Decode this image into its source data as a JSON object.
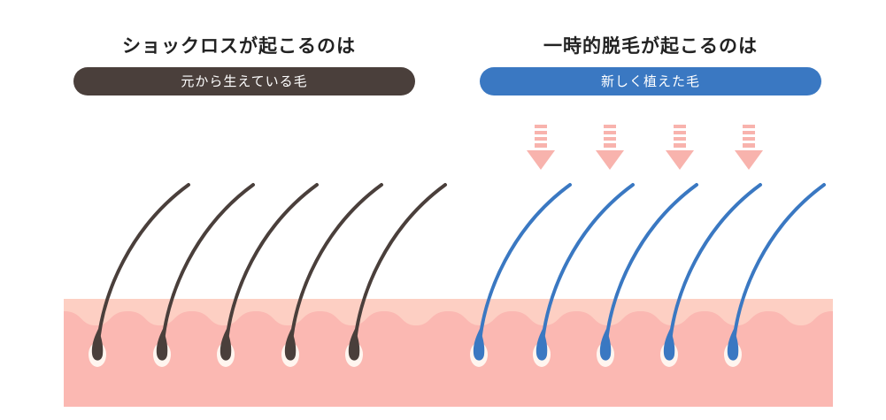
{
  "left_panel": {
    "heading": "ショックロスが起こるのは",
    "label": "元から生えている毛",
    "label_color": "#4a3f3b",
    "hair_color": "#4a3f3b",
    "hair_count": 5
  },
  "right_panel": {
    "heading": "一時的脱毛が起こるのは",
    "label": "新しく植えた毛",
    "label_color": "#3a78c2",
    "hair_color": "#3a78c2",
    "hair_count": 5,
    "arrow_count": 4,
    "arrow_icon": "down-arrow-icon"
  },
  "colors": {
    "skin": "#fbb8b2",
    "skin_top": "#fde3d6",
    "skin_wave": "#fdcfc3",
    "arrow": "#f8b3ad",
    "follicle_halo": "#fff5ef"
  }
}
